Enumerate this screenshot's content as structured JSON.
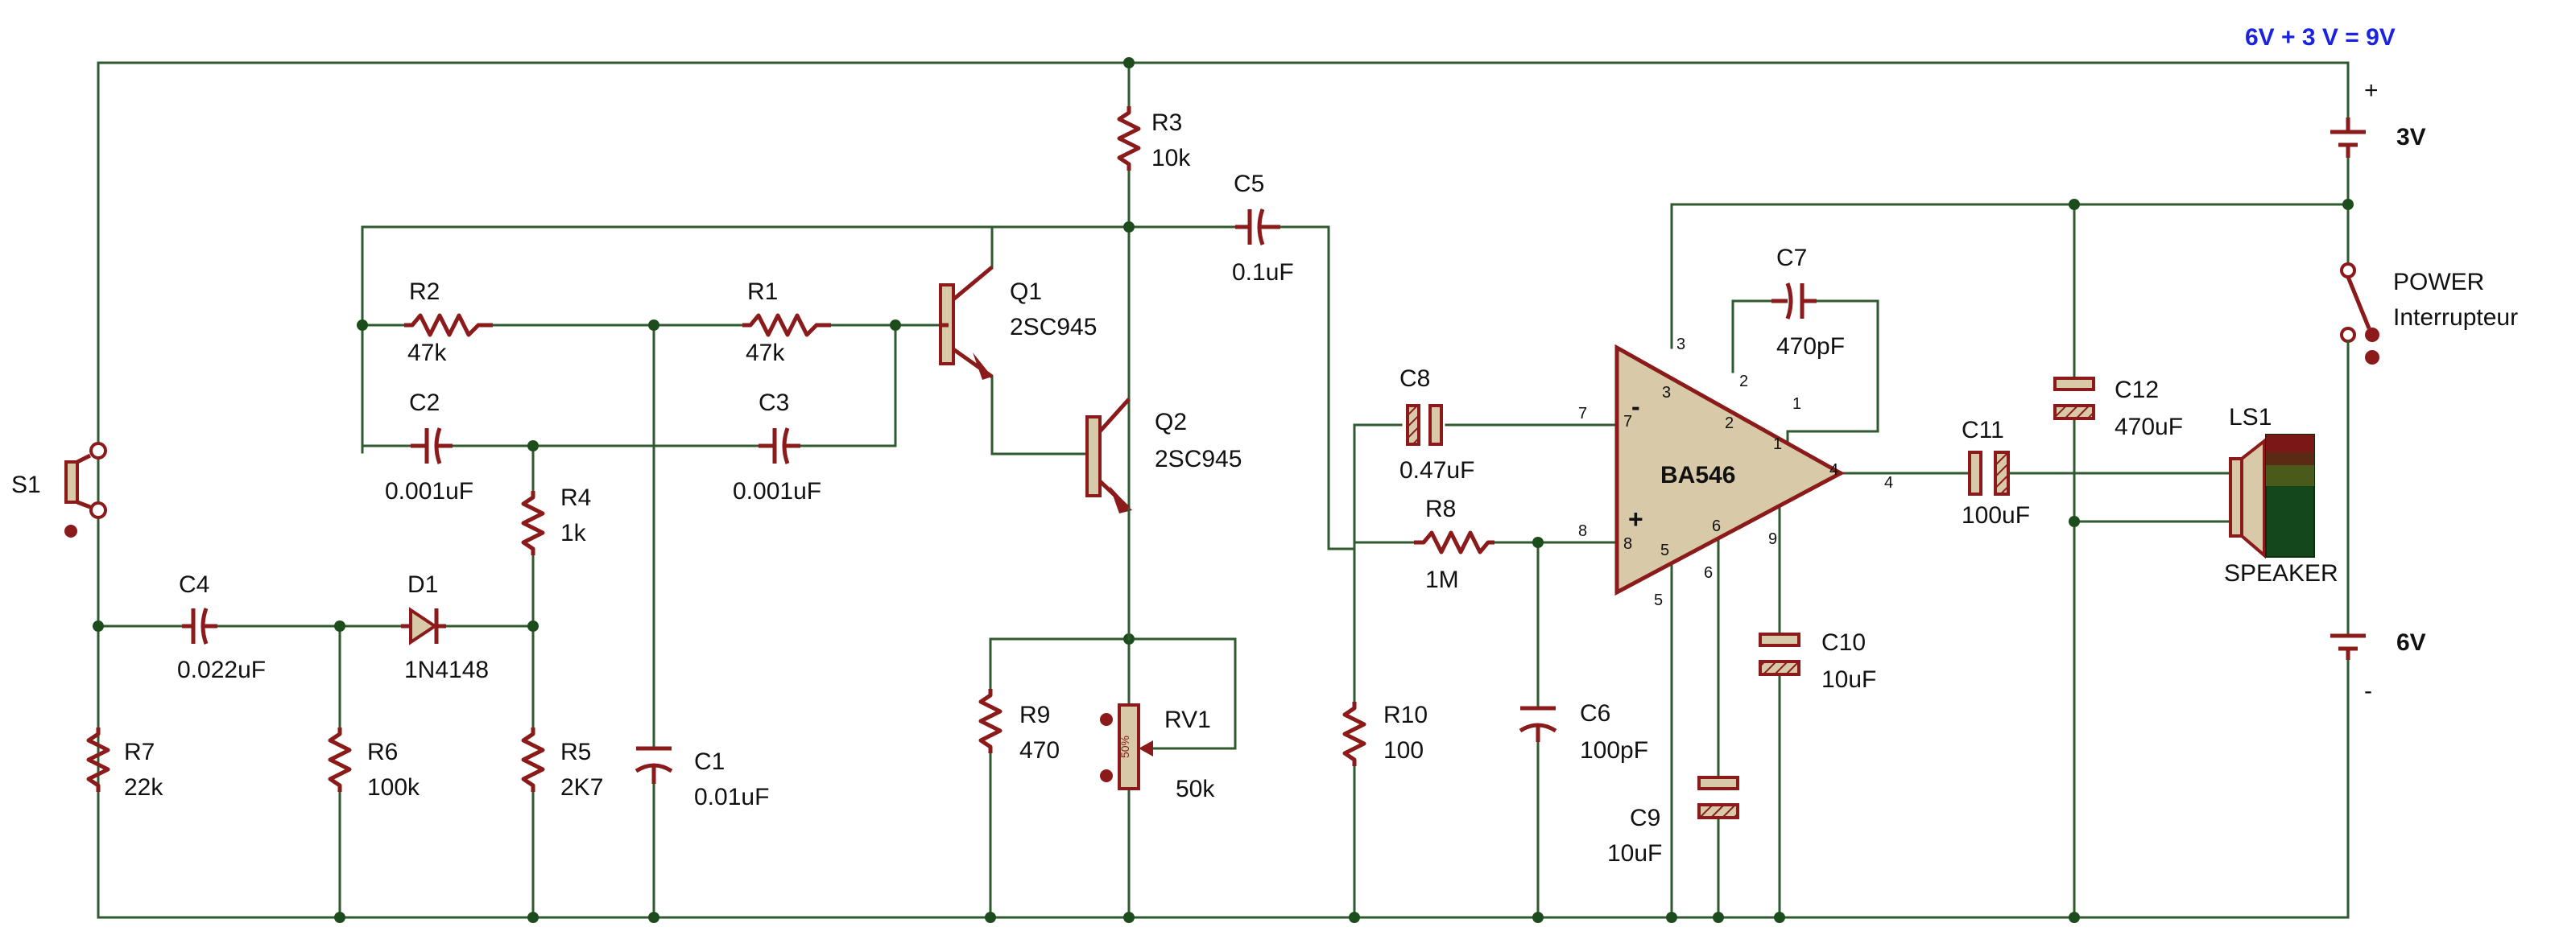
{
  "supply": {
    "caption": "6V + 3 V = 9V",
    "battery_top": "3V",
    "battery_bottom": "6V",
    "plus": "+",
    "minus": "-",
    "switch_name": "POWER",
    "switch_desc": "Interrupteur"
  },
  "components": {
    "S1": {
      "ref": "S1"
    },
    "R1": {
      "ref": "R1",
      "value": "47k"
    },
    "R2": {
      "ref": "R2",
      "value": "47k"
    },
    "R3": {
      "ref": "R3",
      "value": "10k"
    },
    "R4": {
      "ref": "R4",
      "value": "1k"
    },
    "R5": {
      "ref": "R5",
      "value": "2K7"
    },
    "R6": {
      "ref": "R6",
      "value": "100k"
    },
    "R7": {
      "ref": "R7",
      "value": "22k"
    },
    "R8": {
      "ref": "R8",
      "value": "1M"
    },
    "R9": {
      "ref": "R9",
      "value": "470"
    },
    "R10": {
      "ref": "R10",
      "value": "100"
    },
    "RV1": {
      "ref": "RV1",
      "value": "50k",
      "wiper": "50%"
    },
    "C1": {
      "ref": "C1",
      "value": "0.01uF"
    },
    "C2": {
      "ref": "C2",
      "value": "0.001uF"
    },
    "C3": {
      "ref": "C3",
      "value": "0.001uF"
    },
    "C4": {
      "ref": "C4",
      "value": "0.022uF"
    },
    "C5": {
      "ref": "C5",
      "value": "0.1uF"
    },
    "C6": {
      "ref": "C6",
      "value": "100pF"
    },
    "C7": {
      "ref": "C7",
      "value": "470pF"
    },
    "C8": {
      "ref": "C8",
      "value": "0.47uF"
    },
    "C9": {
      "ref": "C9",
      "value": "10uF"
    },
    "C10": {
      "ref": "C10",
      "value": "10uF"
    },
    "C11": {
      "ref": "C11",
      "value": "100uF"
    },
    "C12": {
      "ref": "C12",
      "value": "470uF"
    },
    "D1": {
      "ref": "D1",
      "value": "1N4148"
    },
    "Q1": {
      "ref": "Q1",
      "value": "2SC945"
    },
    "Q2": {
      "ref": "Q2",
      "value": "2SC945"
    },
    "U1": {
      "value": "BA546",
      "inv": "-",
      "noninv": "+"
    },
    "LS1": {
      "ref": "LS1",
      "value": "SPEAKER"
    }
  },
  "pins": {
    "p7": "7",
    "p8": "8",
    "p3": "3",
    "p2": "2",
    "p1": "1",
    "p4": "4",
    "p5": "5",
    "p6": "6",
    "p9": "9"
  },
  "colors": {
    "wire": "#2f5a2f",
    "component": "#8b1a1a",
    "junction": "#1d4d1d",
    "caption": "#1a24e0"
  }
}
